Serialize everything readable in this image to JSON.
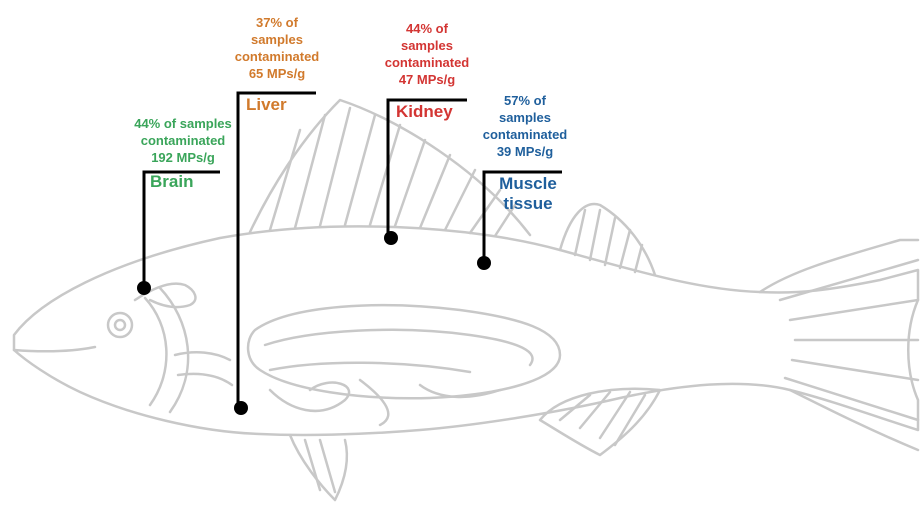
{
  "colors": {
    "fish_outline": "#c8c8c8",
    "leader_line": "#000000",
    "brain": "#3aa55a",
    "liver": "#d17a2c",
    "kidney": "#d33533",
    "muscle": "#1f5f9c"
  },
  "callouts": {
    "brain": {
      "stat": "44% of samples",
      "stat2": "contaminated",
      "value": "192 MPs/g",
      "organ": "Brain"
    },
    "liver": {
      "stat": "37% of",
      "stat2": "samples",
      "stat3": "contaminated",
      "value": "65 MPs/g",
      "organ": "Liver"
    },
    "kidney": {
      "stat": "44% of",
      "stat2": "samples",
      "stat3": "contaminated",
      "value": "47 MPs/g",
      "organ": "Kidney"
    },
    "muscle": {
      "stat": "57% of",
      "stat2": "samples",
      "stat3": "contaminated",
      "value": "39 MPs/g",
      "organ": "Muscle",
      "organ2": "tissue"
    }
  }
}
